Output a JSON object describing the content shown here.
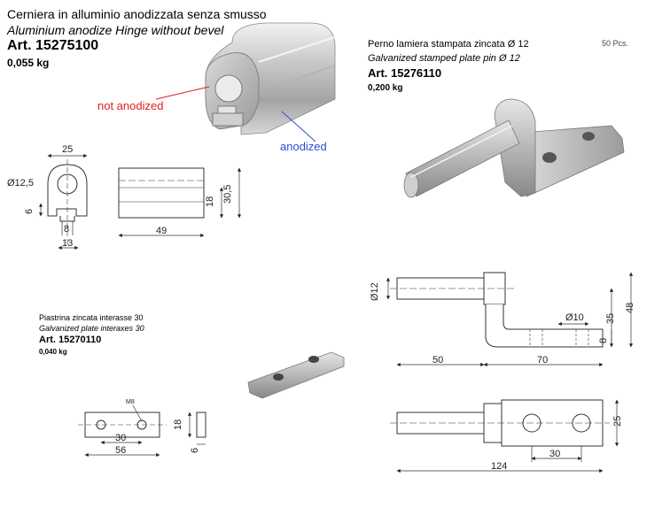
{
  "hinge": {
    "title_it": "Cerniera in alluminio anodizzata senza smusso",
    "title_en": "Aluminium anodize Hinge without bevel",
    "art": "Art. 15275100",
    "weight": "0,055 kg",
    "label_not_anodized": "not anodized",
    "label_anodized": "anodized",
    "label_color_red": "#e02020",
    "label_color_blue": "#2a4fd0",
    "dims": {
      "width": "25",
      "hole": "Ø12,5",
      "slot_h": "6",
      "slot_w": "8",
      "base_w": "13",
      "length": "49",
      "h_inner": "18",
      "h_total": "30,5"
    }
  },
  "pin": {
    "title_it": "Perno lamiera stampata zincata  Ø 12",
    "title_en": "Galvanized stamped plate pin Ø 12",
    "art": "Art. 15276110",
    "weight": "0,200 kg",
    "pack": "50 Pcs.",
    "dims": {
      "dia": "Ø12",
      "hole": "Ø10",
      "shaft": "50",
      "plate": "70",
      "h35": "35",
      "h48": "48",
      "thick": "8",
      "width": "25",
      "spacing": "30",
      "total": "124"
    }
  },
  "plate": {
    "title_it": "Piastrina zincata interasse 30",
    "title_en": "Galvanized plate interaxes 30",
    "art": "Art. 15270110",
    "weight": "0,040 kg",
    "dims": {
      "thread": "M8",
      "spacing": "30",
      "length": "56",
      "height": "18",
      "thick": "6"
    }
  }
}
